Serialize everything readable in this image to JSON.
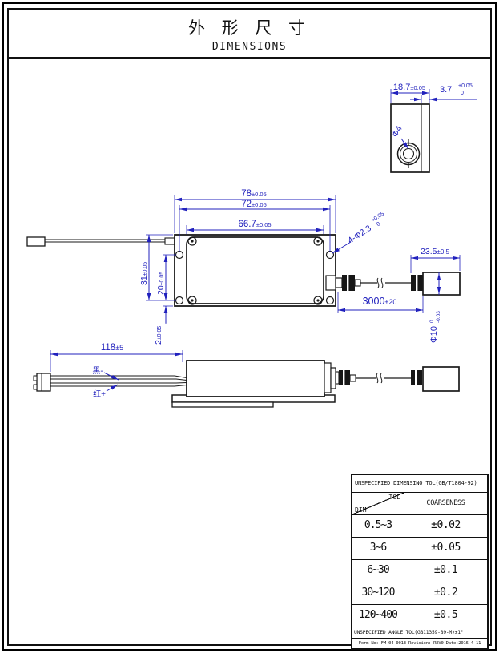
{
  "title": {
    "zh": "外 形 尺 寸",
    "en": "DIMENSIONS"
  },
  "colors": {
    "dimension": "#2121bd",
    "line": "#1a1a1a"
  },
  "end_view": {
    "width": {
      "value": "18.7",
      "tol": "±0.05"
    },
    "step": {
      "value": "3.7",
      "tol_plus": "+0.05",
      "tol_minus": "0"
    },
    "hole": "Φ4"
  },
  "top_view": {
    "len_outer": {
      "value": "78",
      "tol": "±0.05"
    },
    "len_holes": {
      "value": "72",
      "tol": "±0.05"
    },
    "len_lid": {
      "value": "66.7",
      "tol": "±0.05"
    },
    "corner_holes": {
      "value": "4-Φ2.3",
      "tol_plus": "+0.05",
      "tol_minus": "0"
    },
    "height_outer": {
      "value": "31",
      "tol": "±0.05"
    },
    "height_holes": {
      "value": "20",
      "tol": "±0.05"
    },
    "edge_offset": {
      "value": "2",
      "tol": "±0.05"
    },
    "cap_len": {
      "value": "23.5",
      "tol": "±0.5"
    },
    "cable_len": {
      "value": "3000",
      "tol": "±20"
    },
    "cap_dia": {
      "value": "Φ10",
      "tol_upper": "0",
      "tol_lower": "-0.03"
    }
  },
  "side_view": {
    "wire_len": {
      "value": "118",
      "tol": "±5"
    },
    "wire_black": "黑-",
    "wire_red": "红+"
  },
  "tol_table": {
    "title": "UNSPECIFIED DIMENSINO TOL(GB/T1804-92)",
    "header": {
      "tol": "TOL",
      "dim": "DIM",
      "coarseness": "COARSENESS"
    },
    "rows": [
      {
        "dim": "0.5~3",
        "tol": "±0.02"
      },
      {
        "dim": "3~6",
        "tol": "±0.05"
      },
      {
        "dim": "6~30",
        "tol": "±0.1"
      },
      {
        "dim": "30~120",
        "tol": "±0.2"
      },
      {
        "dim": "120~400",
        "tol": "±0.5"
      }
    ],
    "angle_note": "UNSPECIFIED ANGLE TOL(GB11359-89-M)±1°",
    "form_note": "Form No: FM-04-0013 Revision: REV0  Date:2016-4-11"
  }
}
